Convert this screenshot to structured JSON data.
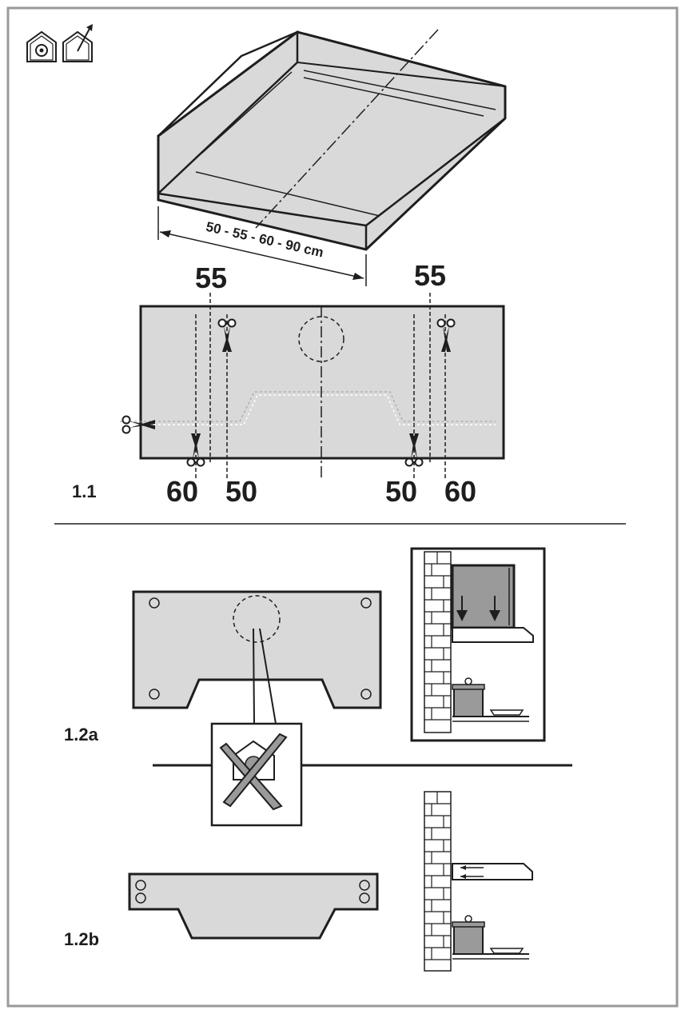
{
  "dimension_label": "50 - 55 - 60 - 90 cm",
  "cut_marks": {
    "left_top": "55",
    "right_top": "55",
    "left_bottom_outer": "60",
    "left_bottom_inner": "50",
    "right_bottom_inner": "50",
    "right_bottom_outer": "60"
  },
  "figures": {
    "fig_1_1": "1.1",
    "fig_1_2a": "1.2a",
    "fig_1_2b": "1.2b"
  },
  "icons": [
    "recirculation-mode-icon",
    "extraction-mode-icon",
    "scissors-icon",
    "no-filter-icon",
    "brick-wall-icon",
    "airflow-arrow-icon"
  ],
  "colors": {
    "panel_fill": "#d9d9d9",
    "line": "#1e1e1e",
    "page_border": "#9a9a9a"
  }
}
